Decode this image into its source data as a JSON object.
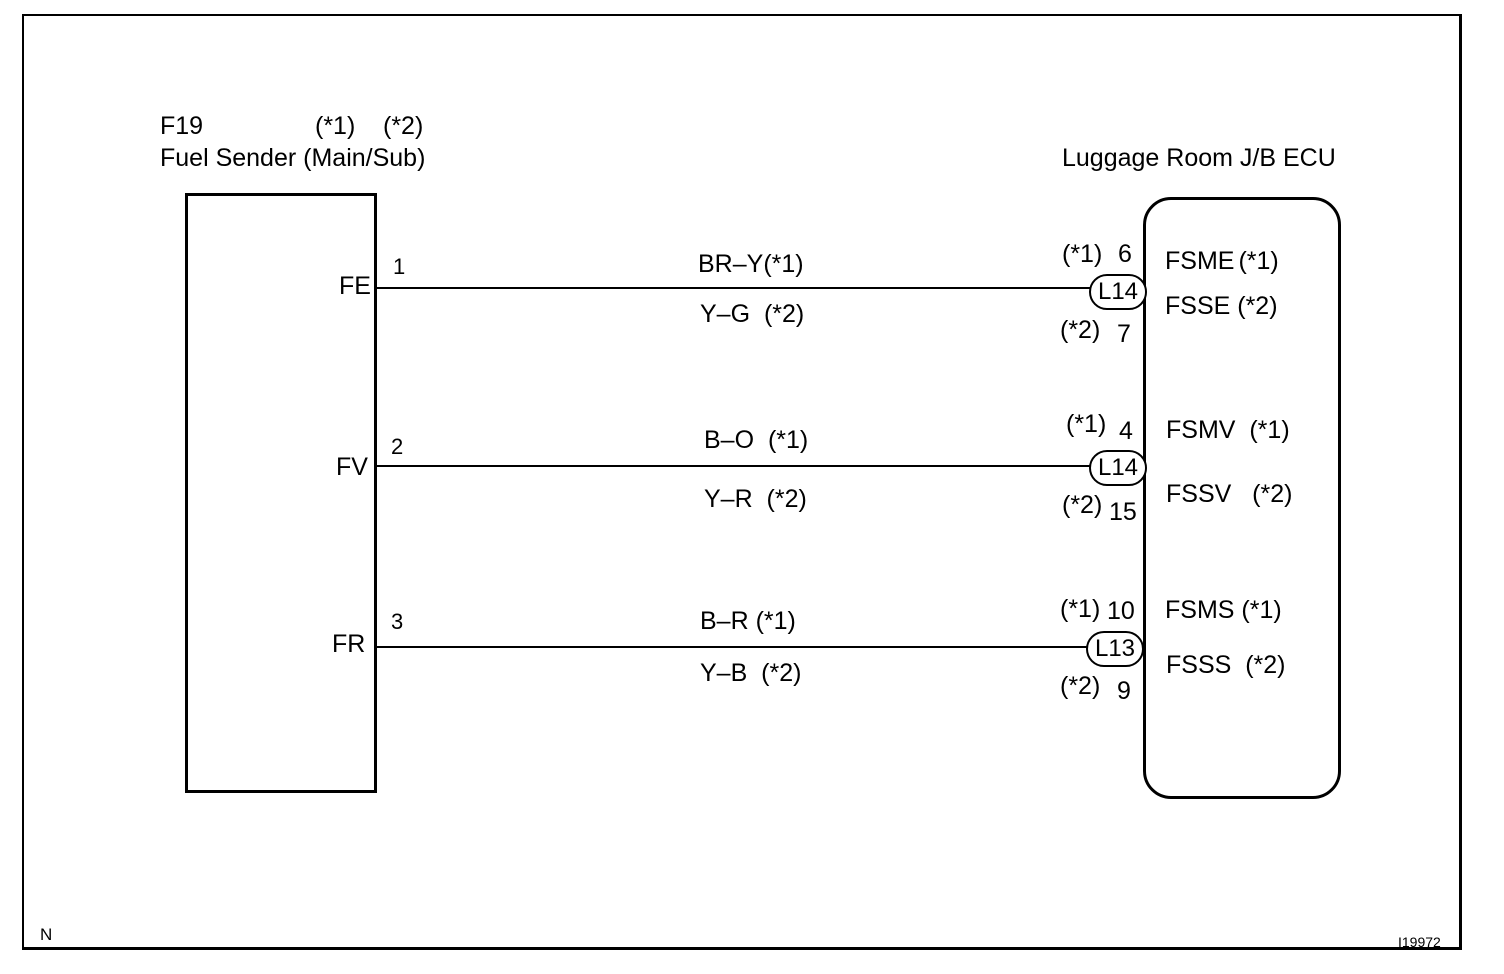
{
  "sender": {
    "code": "F19",
    "variant1": "(*1)",
    "variant2": "(*2)",
    "name": "Fuel Sender (Main/Sub)",
    "terminals": [
      {
        "name": "FE",
        "pin": "1"
      },
      {
        "name": "FV",
        "pin": "2"
      },
      {
        "name": "FR",
        "pin": "3"
      }
    ]
  },
  "ecu": {
    "name": "Luggage Room J/B ECU",
    "terminals": [
      {
        "connector": "L14",
        "tag1": "(*1)",
        "pin1": "6",
        "tag2": "(*2)",
        "pin2": "7",
        "label1": "FSME",
        "note1": "(*1)",
        "label2": "FSSE",
        "note2": "(*2)"
      },
      {
        "connector": "L14",
        "tag1": "(*1)",
        "pin1": "4",
        "tag2": "(*2)",
        "pin2": "15",
        "label1": "FSMV",
        "note1": "(*1)",
        "label2": "FSSV",
        "note2": "(*2)"
      },
      {
        "connector": "L13",
        "tag1": "(*1)",
        "pin1": "10",
        "tag2": "(*2)",
        "pin2": "9",
        "label1": "FSMS",
        "note1": "(*1)",
        "label2": "FSSS",
        "note2": "(*2)"
      }
    ]
  },
  "wires": [
    {
      "color1": "BR–Y",
      "note1": "(*1)",
      "color2": "Y–G",
      "note2": "(*2)"
    },
    {
      "color1": "B–O",
      "note1": "(*1)",
      "color2": "Y–R",
      "note2": "(*2)"
    },
    {
      "color1": "B–R",
      "note1": "(*1)",
      "color2": "Y–B",
      "note2": "(*2)"
    }
  ],
  "footer": {
    "corner_mark": "N",
    "figure_id": "I19972"
  }
}
